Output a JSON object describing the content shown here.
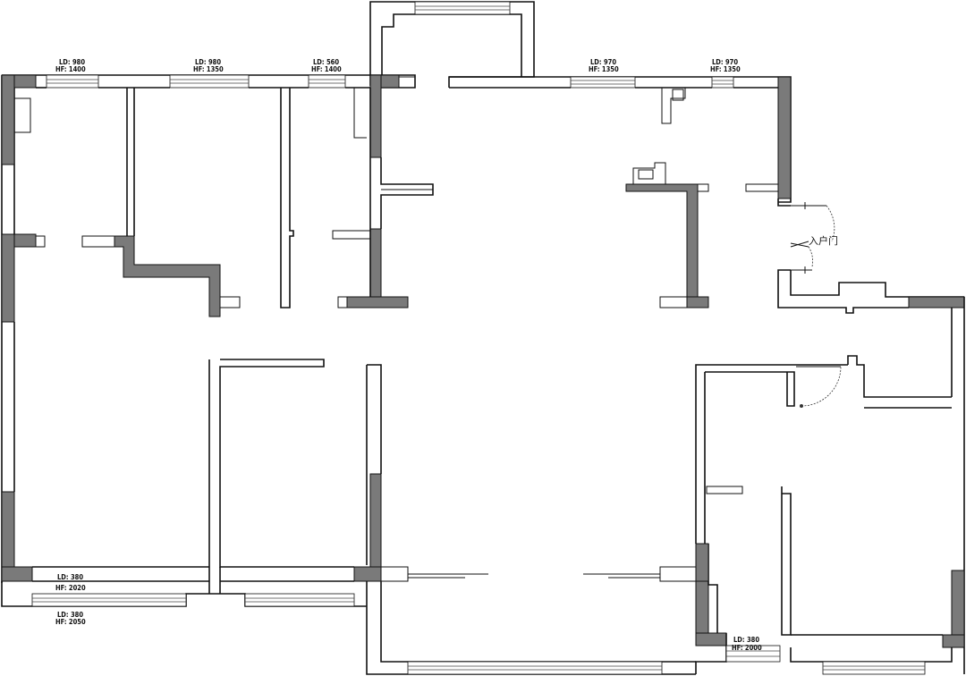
{
  "windows": [
    {
      "id": "w1",
      "ld": "LD: 980",
      "hf": "HF: 1400"
    },
    {
      "id": "w2",
      "ld": "LD: 980",
      "hf": "HF: 1350"
    },
    {
      "id": "w3",
      "ld": "LD: 560",
      "hf": "HF: 1400"
    },
    {
      "id": "w4",
      "ld": "LD: 970",
      "hf": "HF: 1350"
    },
    {
      "id": "w5",
      "ld": "LD: 970",
      "hf": "HF: 1350"
    },
    {
      "id": "w6",
      "ld": "LD: 380",
      "hf": "HF: 2020"
    },
    {
      "id": "w7",
      "ld": "LD: 380",
      "hf": "HF: 2050"
    },
    {
      "id": "w8",
      "ld": "LD: 380",
      "hf": "HF: 2000"
    }
  ],
  "entrance_label": "入户门"
}
